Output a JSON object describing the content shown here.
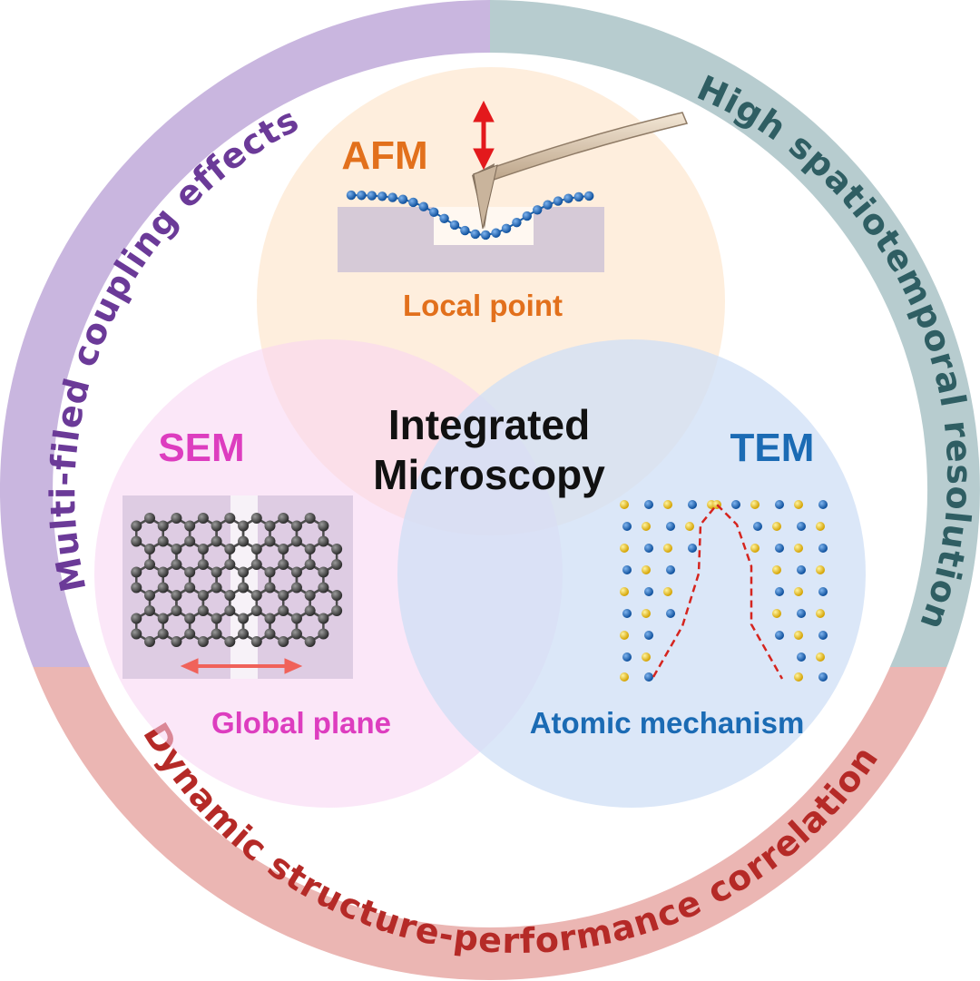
{
  "ring": {
    "segments": [
      {
        "label": "Multi-filed  coupling effects",
        "color": "#c9b6df",
        "text_color": "#6b3a98"
      },
      {
        "label": "High spatiotemporal resolution",
        "color": "#b7cccf",
        "text_color": "#2f5e63"
      },
      {
        "label": "Dynamic structure-performance correlation",
        "color": "#ebb6b3",
        "text_color": "#b52a27"
      }
    ]
  },
  "center": {
    "line1": "Integrated",
    "line2": "Microscopy"
  },
  "techniques": {
    "afm": {
      "title": "AFM",
      "caption": "Local point",
      "title_color": "#e2701c",
      "caption_color": "#e2701c",
      "circle_color": "#fde8d1"
    },
    "sem": {
      "title": "SEM",
      "caption": "Global plane",
      "title_color": "#dd3dbf",
      "caption_color": "#dd3dbf",
      "circle_color": "#f7d4f3"
    },
    "tem": {
      "title": "TEM",
      "caption": "Atomic mechanism",
      "title_color": "#1b6bb4",
      "caption_color": "#1b6bb4",
      "circle_color": "#cfdff5"
    }
  },
  "icons": {
    "afm": "afm-cantilever-icon",
    "sem": "graphene-lattice-icon",
    "tem": "atomic-lattice-crack-icon"
  }
}
